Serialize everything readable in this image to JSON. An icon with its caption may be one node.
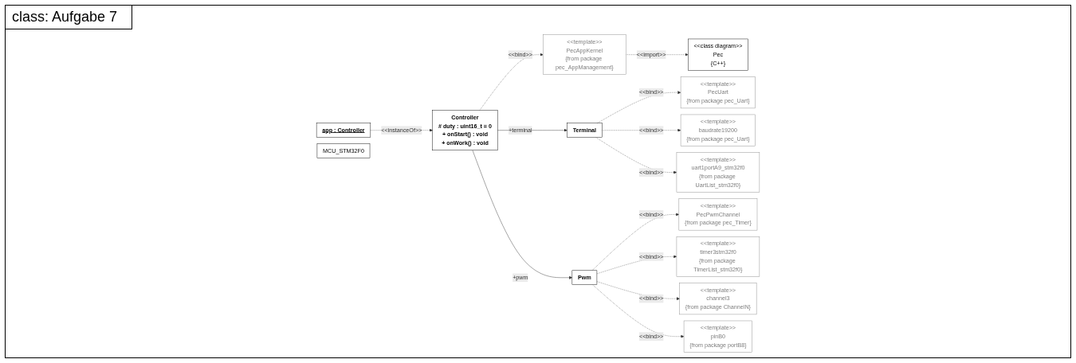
{
  "diagram": {
    "title": "class: Aufgabe 7",
    "nodes": [
      {
        "text": [
          "app : Controller"
        ]
      },
      {
        "text": [
          "<<template>>",
          "PecAppKernel",
          "{from package pec_AppManagement}"
        ]
      },
      {
        "text": [
          "<<class diagram>>",
          "Pec",
          "{C++}"
        ]
      },
      {
        "text": [
          "MCU_STM32F0"
        ]
      },
      {
        "text": [
          "Controller",
          "# duty : uint16_t = 0",
          "+ onStart() : void",
          "+ onWork() : void"
        ]
      },
      {
        "text": [
          "<<template>>",
          "PecUart",
          "{from package pec_Uart}"
        ]
      },
      {
        "text": [
          "<<template>>",
          "baudrate19200",
          "{from package pec_Uart}"
        ]
      },
      {
        "text": [
          "<<template>>",
          "uart1portA9_stm32f0",
          "{from package UartList_stm32f0}"
        ]
      },
      {
        "text": [
          "Terminal"
        ]
      },
      {
        "text": [
          "Pwm"
        ]
      },
      {
        "text": [
          "<<template>>",
          "PecPwmChannel",
          "{from package pec_Timer}"
        ]
      },
      {
        "text": [
          "<<template>>",
          "timer3stm32f0",
          "{from package TimerList_stm32f0}"
        ]
      },
      {
        "text": [
          "<<template>>",
          "channel3",
          "{from package ChannelN}"
        ]
      },
      {
        "text": [
          "<<template>>",
          "pinB0",
          "{from package portB8}"
        ]
      }
    ],
    "edges": [
      {
        "from": 0,
        "to": 4,
        "arrow": "to",
        "label": "<<instanceOf>>",
        "style": "dashed"
      },
      {
        "from": 4,
        "to": 1,
        "arrow": "to",
        "label": "<<bind>>",
        "style": "dashed"
      },
      {
        "from": 1,
        "to": 2,
        "arrow": "to",
        "label": "<<import>>",
        "style": "dashed"
      },
      {
        "from": 4,
        "to": 8,
        "arrow": "to",
        "label": "+terminal"
      },
      {
        "from": 4,
        "to": 9,
        "arrow": "to",
        "label": "+pwm"
      },
      {
        "from": 8,
        "to": 5,
        "arrow": "to",
        "label": "<<bind>>",
        "style": "dashed"
      },
      {
        "from": 8,
        "to": 6,
        "arrow": "to",
        "label": "<<bind>>",
        "style": "dashed"
      },
      {
        "from": 8,
        "to": 7,
        "arrow": "to",
        "label": "<<bind>>",
        "style": "dashed"
      },
      {
        "from": 9,
        "to": 10,
        "arrow": "to",
        "label": "<<bind>>",
        "style": "dashed"
      },
      {
        "from": 9,
        "to": 11,
        "arrow": "to",
        "label": "<<bind>>",
        "style": "dashed"
      },
      {
        "from": 9,
        "to": 12,
        "arrow": "to",
        "label": "<<bind>>",
        "style": "dashed"
      },
      {
        "from": 9,
        "to": 13,
        "arrow": "to",
        "label": "<<bind>>",
        "style": "dashed"
      }
    ]
  }
}
